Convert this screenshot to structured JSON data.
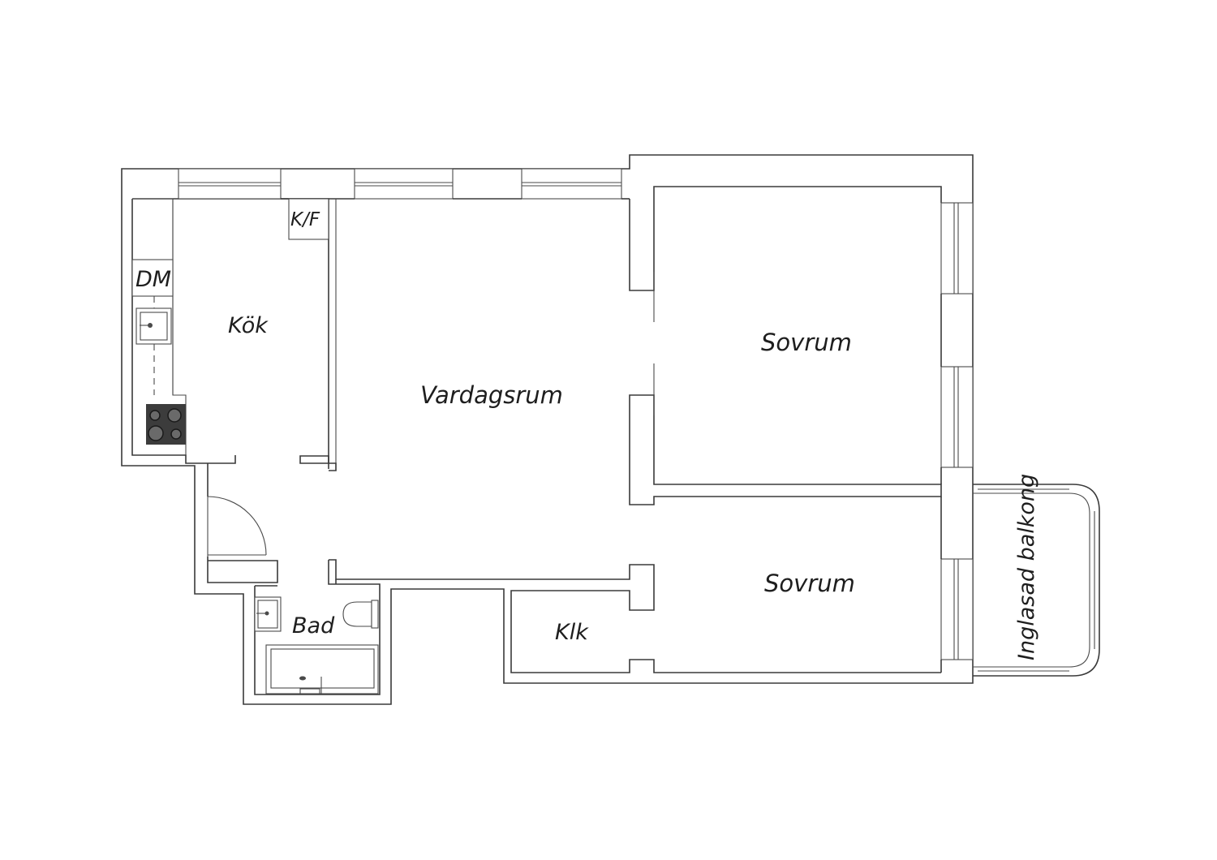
{
  "rooms": {
    "kok": "Kök",
    "vardagsrum": "Vardagsrum",
    "sovrum_top": "Sovrum",
    "sovrum_bottom": "Sovrum",
    "bad": "Bad",
    "klk": "Klk",
    "balkong": "Inglasad balkong"
  },
  "fixtures": {
    "kf": "K/F",
    "dm": "DM"
  },
  "colors": {
    "wall": "#3a3a3a",
    "stove": "#3c3c3c",
    "background": "#ffffff"
  },
  "icons": [
    "sink-icon",
    "stove-icon",
    "toilet-icon",
    "bathtub-icon",
    "door-swing-icon",
    "window-icon"
  ]
}
